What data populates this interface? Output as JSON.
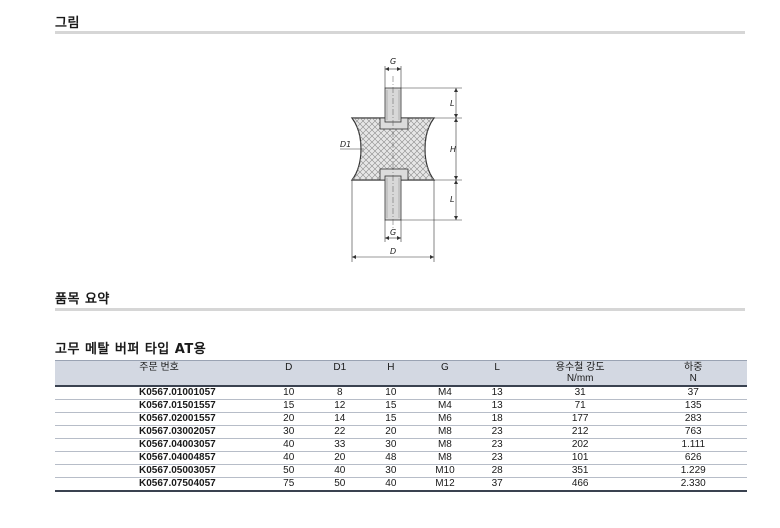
{
  "sections": {
    "drawing_title": "그림",
    "summary_title": "품목 요약",
    "table_title": "고무 메탈 버퍼 타입 AT용"
  },
  "drawing_labels": {
    "g_top": "G",
    "g_bottom": "G",
    "l_top": "L",
    "l_bottom": "L",
    "h": "H",
    "d1": "D1",
    "d": "D"
  },
  "table": {
    "headers": {
      "order_no": "주문 번호",
      "d": "D",
      "d1": "D1",
      "h": "H",
      "g": "G",
      "l": "L",
      "strength": "용수철 강도",
      "strength_unit": "N/mm",
      "load": "하중",
      "load_unit": "N"
    },
    "rows": [
      {
        "order": "K0567.01001057",
        "d": "10",
        "d1": "8",
        "h": "10",
        "g": "M4",
        "l": "13",
        "strength": "31",
        "load": "37"
      },
      {
        "order": "K0567.01501557",
        "d": "15",
        "d1": "12",
        "h": "15",
        "g": "M4",
        "l": "13",
        "strength": "71",
        "load": "135"
      },
      {
        "order": "K0567.02001557",
        "d": "20",
        "d1": "14",
        "h": "15",
        "g": "M6",
        "l": "18",
        "strength": "177",
        "load": "283"
      },
      {
        "order": "K0567.03002057",
        "d": "30",
        "d1": "22",
        "h": "20",
        "g": "M8",
        "l": "23",
        "strength": "212",
        "load": "763"
      },
      {
        "order": "K0567.04003057",
        "d": "40",
        "d1": "33",
        "h": "30",
        "g": "M8",
        "l": "23",
        "strength": "202",
        "load": "1.111"
      },
      {
        "order": "K0567.04004857",
        "d": "40",
        "d1": "20",
        "h": "48",
        "g": "M8",
        "l": "23",
        "strength": "101",
        "load": "626"
      },
      {
        "order": "K0567.05003057",
        "d": "50",
        "d1": "40",
        "h": "30",
        "g": "M10",
        "l": "28",
        "strength": "351",
        "load": "1.229"
      },
      {
        "order": "K0567.07504057",
        "d": "75",
        "d1": "50",
        "h": "40",
        "g": "M12",
        "l": "37",
        "strength": "466",
        "load": "2.330"
      }
    ]
  }
}
